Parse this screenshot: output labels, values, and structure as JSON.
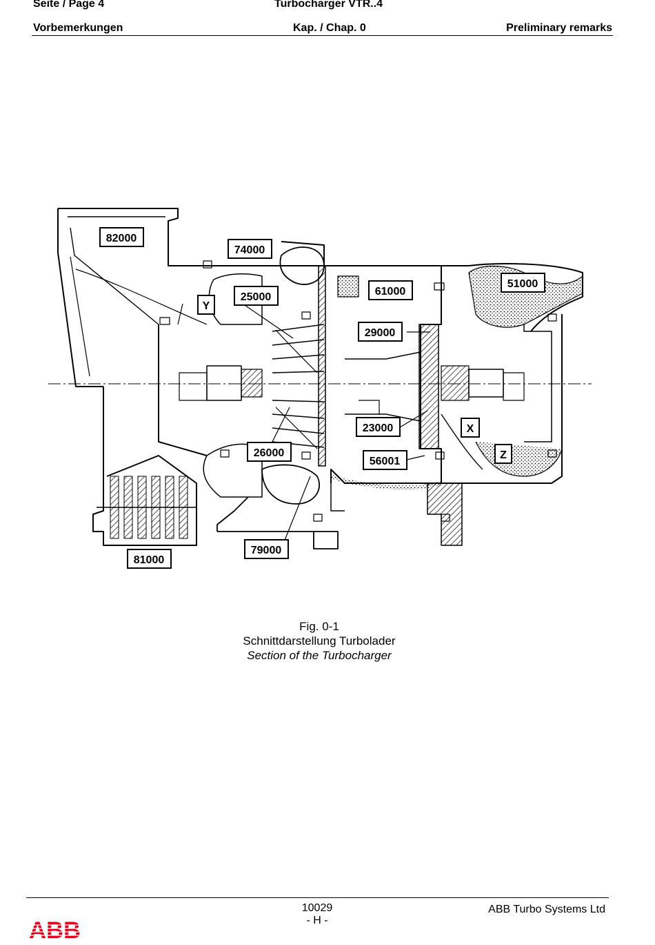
{
  "header": {
    "page": "Seite / Page  4",
    "title": "Turbocharger VTR..4",
    "section_de": "Vorbemerkungen",
    "chapter": "Kap. / Chap. 0",
    "section_en": "Preliminary remarks"
  },
  "figure": {
    "labels": {
      "l82000": "82000",
      "l74000": "74000",
      "l25000": "25000",
      "lY": "Y",
      "l61000": "61000",
      "l51000": "51000",
      "l29000": "29000",
      "l23000": "23000",
      "lX": "X",
      "l56001": "56001",
      "lZ": "Z",
      "l26000": "26000",
      "l79000": "79000",
      "l81000": "81000"
    },
    "caption_fig": "Fig. 0-1",
    "caption_de": "Schnittdarstellung Turbolader",
    "caption_en": "Section of the Turbocharger"
  },
  "footer": {
    "doc_number": "10029",
    "revision": "- H -",
    "company": "ABB Turbo Systems Ltd",
    "logo": "ABB",
    "logo_color": "#e2001a"
  }
}
